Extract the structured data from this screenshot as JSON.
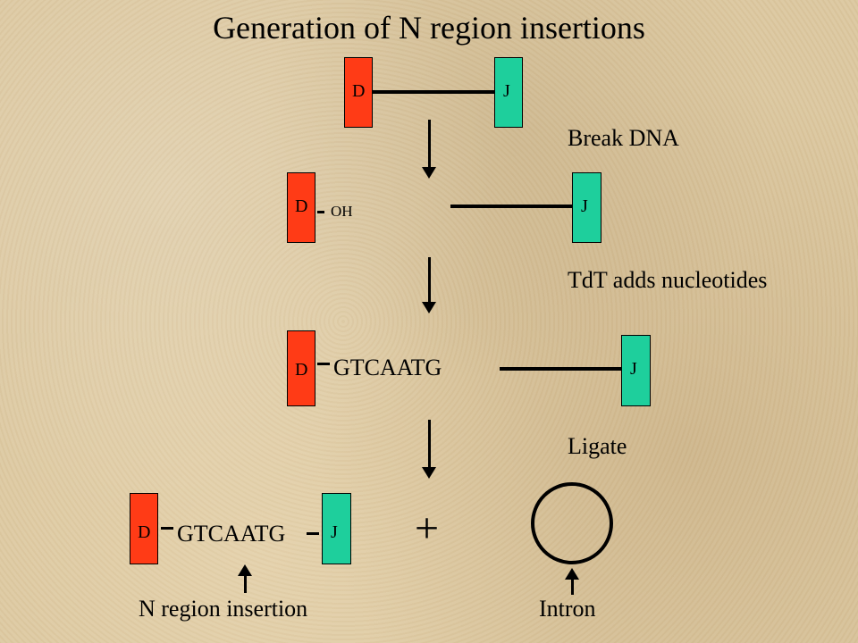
{
  "title": "Generation of N region insertions",
  "segments": {
    "d": "D",
    "j": "J"
  },
  "hydroxyl": "OH",
  "sequence": "GTCAATG",
  "steps": [
    "Break DNA",
    "TdT adds nucleotides",
    "Ligate"
  ],
  "plus": "+",
  "captions": {
    "insertion": "N region insertion",
    "intron": "Intron"
  },
  "colors": {
    "d_segment": "#ff3b16",
    "j_segment": "#1ecf9c"
  }
}
